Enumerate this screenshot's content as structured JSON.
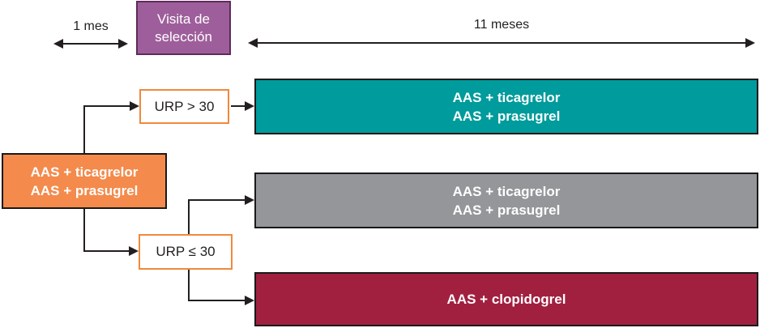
{
  "palette": {
    "purple_fill": "#9e5e9b",
    "purple_border": "#5e2b5a",
    "orange_fill": "#f48a4b",
    "urp_border": "#f0893c",
    "teal_fill": "#009b9c",
    "gray_fill": "#949699",
    "red_fill": "#a12040",
    "line_color": "#231f20"
  },
  "timeline": {
    "short_label": "1 mes",
    "long_label": "11 meses"
  },
  "nodes": {
    "selection_visit": {
      "line1": "Visita de",
      "line2": "selección"
    },
    "initial_therapy": {
      "line1": "AAS + ticagrelor",
      "line2": "AAS + prasugrel"
    },
    "urp_high": {
      "label": "URP > 30"
    },
    "urp_low": {
      "label": "URP ≤ 30"
    },
    "arm_high": {
      "line1": "AAS + ticagrelor",
      "line2": "AAS + prasugrel"
    },
    "arm_low_continue": {
      "line1": "AAS + ticagrelor",
      "line2": "AAS + prasugrel"
    },
    "arm_low_switch": {
      "label": "AAS + clopidogrel"
    }
  }
}
